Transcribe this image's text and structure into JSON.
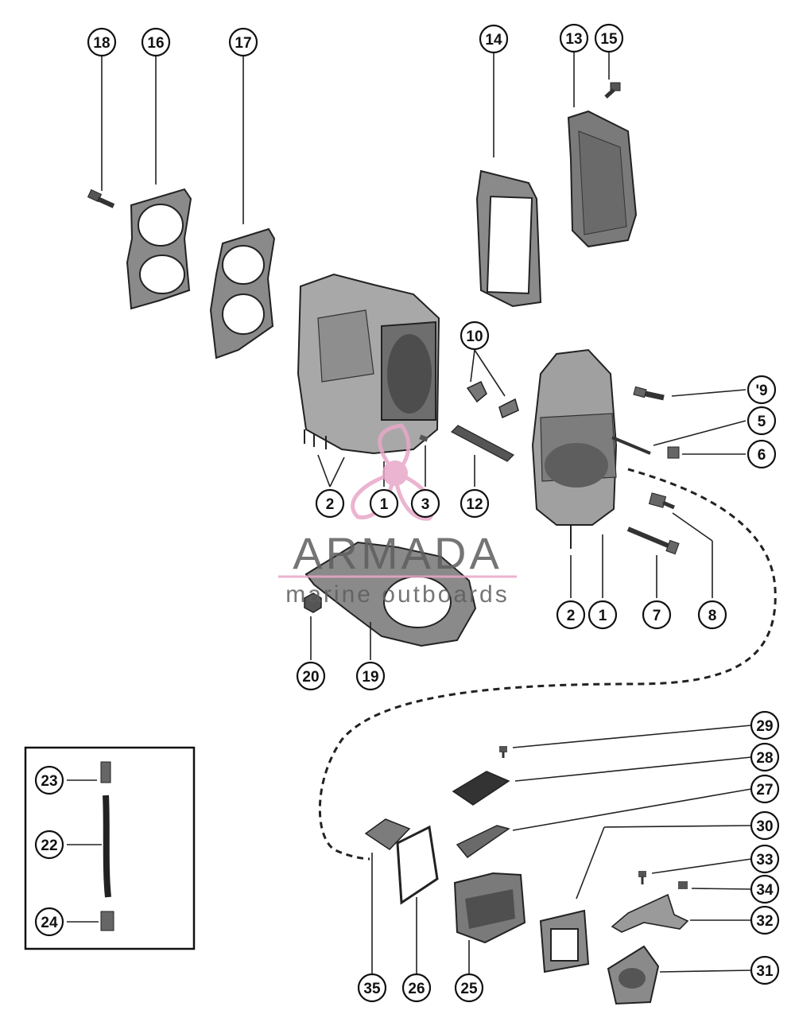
{
  "callouts": {
    "c1a": "1",
    "c1b": "1",
    "c2a": "2",
    "c2b": "2",
    "c3": "3",
    "c5": "5",
    "c6": "6",
    "c7": "7",
    "c8": "8",
    "c9": "'9",
    "c10": "10",
    "c12": "12",
    "c13": "13",
    "c14": "14",
    "c15": "15",
    "c16": "16",
    "c17": "17",
    "c18": "18",
    "c19": "19",
    "c20": "20",
    "c22": "22",
    "c23": "23",
    "c24": "24",
    "c25": "25",
    "c26": "26",
    "c27": "27",
    "c28": "28",
    "c29": "29",
    "c30": "30",
    "c31": "31",
    "c32": "32",
    "c33": "33",
    "c34": "34",
    "c35": "35"
  },
  "watermark": {
    "brand": "ARMADA",
    "tagline": "marine outboards",
    "color": "#e8a7c8"
  }
}
